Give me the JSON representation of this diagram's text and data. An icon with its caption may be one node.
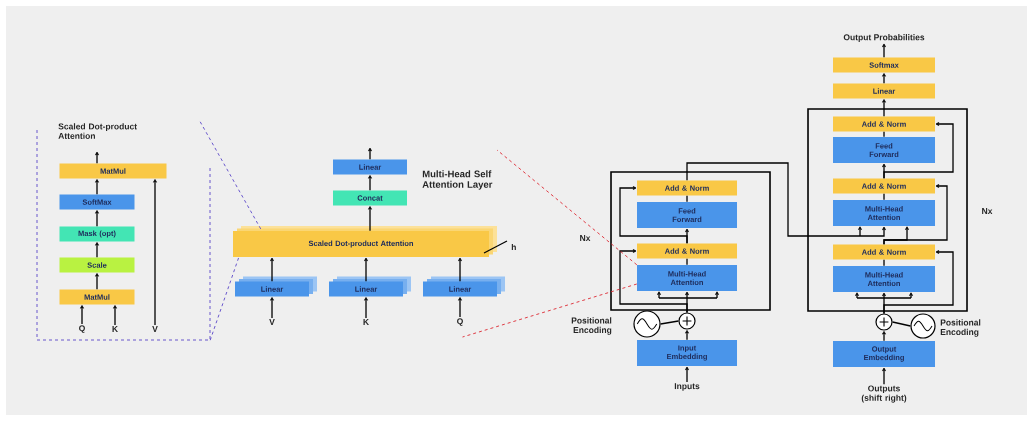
{
  "diagram": {
    "nodes": [
      {
        "text": [
          "Scaled Dot-product Attention"
        ]
      },
      {
        "text": [
          "MatMul"
        ],
        "in": 0
      },
      {
        "text": [
          "SoftMax"
        ],
        "in": 0
      },
      {
        "text": [
          "Mask (opt)"
        ],
        "in": 0
      },
      {
        "text": [
          "Scale"
        ],
        "in": 0
      },
      {
        "text": [
          "MatMul"
        ],
        "in": 0
      },
      {
        "text": [
          "Q"
        ],
        "in": 0
      },
      {
        "text": [
          "K"
        ],
        "in": 0
      },
      {
        "text": [
          "V"
        ],
        "in": 0
      },
      {
        "text": [
          "Linear"
        ]
      },
      {
        "text": [
          "Concat"
        ]
      },
      {
        "text": [
          "Scaled Dot-product Attention"
        ]
      },
      {
        "text": [
          "Linear"
        ]
      },
      {
        "text": [
          "Linear"
        ]
      },
      {
        "text": [
          "Linear"
        ]
      },
      {
        "text": [
          "V"
        ]
      },
      {
        "text": [
          "K"
        ]
      },
      {
        "text": [
          "Q"
        ]
      },
      {
        "text": [],
        "shape": "box",
        "beside": [
          "Nx"
        ]
      },
      {
        "text": [
          "Add & Norm"
        ],
        "in": 18
      },
      {
        "text": [
          "Feed Forward"
        ],
        "in": 18
      },
      {
        "text": [
          "Add & Norm"
        ],
        "in": 18
      },
      {
        "text": [
          "Multi-Head Attention"
        ],
        "in": 18
      },
      {
        "text": [],
        "shape": "circle"
      },
      {
        "text": [],
        "shape": "circle",
        "beside": [
          "Positional Encoding"
        ]
      },
      {
        "text": [
          "Input Embedding"
        ]
      },
      {
        "text": [
          "Inputs"
        ]
      },
      {
        "text": [],
        "shape": "box",
        "beside": [
          "Nx"
        ]
      },
      {
        "text": [
          "Add & Norm"
        ],
        "in": 27
      },
      {
        "text": [
          "Feed Forward"
        ],
        "in": 27
      },
      {
        "text": [
          "Add & Norm"
        ],
        "in": 27
      },
      {
        "text": [
          "Multi-Head Attention"
        ],
        "in": 27
      },
      {
        "text": [
          "Add & Norm"
        ],
        "in": 27
      },
      {
        "text": [
          "Multi-Head Attention"
        ],
        "in": 27
      },
      {
        "text": [],
        "shape": "circle"
      },
      {
        "text": [],
        "shape": "circle",
        "beside": [
          "Positional Encoding"
        ]
      },
      {
        "text": [
          "Output Embedding"
        ]
      },
      {
        "text": [
          "Outputs (shift right)"
        ]
      },
      {
        "text": [
          "Linear"
        ]
      },
      {
        "text": [
          "Softmax"
        ]
      },
      {
        "text": [
          "Output Probabilities"
        ]
      }
    ],
    "edges": [
      {
        "from": 6,
        "to": 5,
        "arrow": "to"
      },
      {
        "from": 7,
        "to": 5,
        "arrow": "to"
      },
      {
        "from": 5,
        "to": 4,
        "arrow": "to"
      },
      {
        "from": 4,
        "to": 3,
        "arrow": "to"
      },
      {
        "from": 3,
        "to": 2,
        "arrow": "to"
      },
      {
        "from": 2,
        "to": 1,
        "arrow": "to"
      },
      {
        "from": 8,
        "to": 1,
        "arrow": "to"
      },
      {
        "from": 1,
        "to": null,
        "arrow": "to"
      },
      {
        "from": 15,
        "to": 12,
        "arrow": "to"
      },
      {
        "from": 16,
        "to": 13,
        "arrow": "to"
      },
      {
        "from": 17,
        "to": 14,
        "arrow": "to"
      },
      {
        "from": 12,
        "to": 11,
        "arrow": "to"
      },
      {
        "from": 13,
        "to": 11,
        "arrow": "to"
      },
      {
        "from": 14,
        "to": 11,
        "arrow": "to"
      },
      {
        "from": 11,
        "to": 10,
        "arrow": "to"
      },
      {
        "from": 10,
        "to": 9,
        "arrow": "to"
      },
      {
        "from": 9,
        "to": null,
        "arrow": "to"
      },
      {
        "from": 26,
        "to": 25,
        "arrow": "to"
      },
      {
        "from": 25,
        "to": 23,
        "arrow": "to"
      },
      {
        "from": 24,
        "to": 23,
        "arrow": "none"
      },
      {
        "from": 23,
        "to": 22,
        "arrow": "to"
      },
      {
        "from": 23,
        "to": 21,
        "arrow": "to"
      },
      {
        "from": 22,
        "to": 21,
        "arrow": "none"
      },
      {
        "from": 21,
        "to": 20,
        "arrow": "to"
      },
      {
        "from": 21,
        "to": 19,
        "arrow": "to"
      },
      {
        "from": 20,
        "to": 19,
        "arrow": "none"
      },
      {
        "from": 19,
        "to": 31,
        "arrow": "to"
      },
      {
        "from": 37,
        "to": 36,
        "arrow": "to"
      },
      {
        "from": 36,
        "to": 34,
        "arrow": "to"
      },
      {
        "from": 35,
        "to": 34,
        "arrow": "none"
      },
      {
        "from": 34,
        "to": 33,
        "arrow": "to"
      },
      {
        "from": 34,
        "to": 32,
        "arrow": "to"
      },
      {
        "from": 33,
        "to": 32,
        "arrow": "none"
      },
      {
        "from": 32,
        "to": 31,
        "arrow": "to"
      },
      {
        "from": 32,
        "to": 30,
        "arrow": "to"
      },
      {
        "from": 31,
        "to": 30,
        "arrow": "none"
      },
      {
        "from": 30,
        "to": 29,
        "arrow": "to"
      },
      {
        "from": 30,
        "to": 28,
        "arrow": "to"
      },
      {
        "from": 29,
        "to": 28,
        "arrow": "none"
      },
      {
        "from": 28,
        "to": 38,
        "arrow": "to"
      },
      {
        "from": 38,
        "to": 39,
        "arrow": "to"
      },
      {
        "from": 39,
        "to": 40,
        "arrow": "to"
      },
      {
        "from": 0,
        "to": 11,
        "arrow": "none",
        "style": "dashed",
        "color": "#5a46c8"
      },
      {
        "from": 0,
        "to": 11,
        "arrow": "none",
        "style": "dashed",
        "color": "#5a46c8"
      },
      {
        "from": 22,
        "to": null,
        "arrow": "none",
        "style": "dashed",
        "color": "#dc2832"
      },
      {
        "from": 22,
        "to": 17,
        "arrow": "none",
        "style": "dashed",
        "color": "#dc2832"
      }
    ],
    "labels": [
      "Multi-Head Self Attention Layer",
      "h"
    ]
  }
}
